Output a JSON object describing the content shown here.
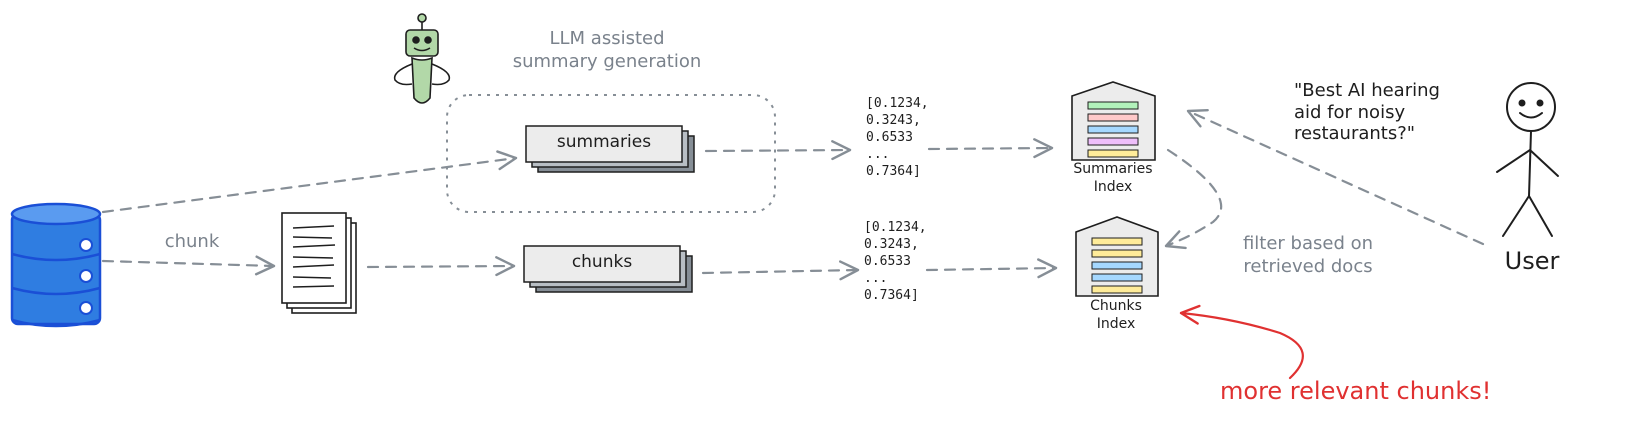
{
  "labels": {
    "llm_note": "LLM assisted\nsummary generation",
    "chunk_edge": "chunk",
    "summaries_box": "summaries",
    "chunks_box": "chunks",
    "vector_top": "[0.1234,\n0.3243,\n0.6533\n...\n0.7364]",
    "vector_bottom": "[0.1234,\n0.3243,\n0.6533\n...\n0.7364]",
    "summaries_index": "Summaries\nIndex",
    "chunks_index": "Chunks\nIndex",
    "user_query": "\"Best AI hearing\naid for noisy\nrestaurants?\"",
    "filter_note": "filter based on\nretrieved docs",
    "user": "User",
    "highlight": "more relevant chunks!"
  },
  "icons": {
    "database": "database-icon",
    "documents": "document-stack-icon",
    "robot": "robot-icon",
    "index": "index-building-icon",
    "stick_figure": "user-stick-figure-icon"
  },
  "colors": {
    "database": "#2f7de1",
    "database_stroke": "#1a4fd6",
    "arrow": "#868e96",
    "highlight": "#e03131",
    "summary_bars": [
      "#b2f2bb",
      "#ffc9c9",
      "#a5d8ff",
      "#eebefa",
      "#ffec99"
    ],
    "chunk_bars": [
      "#ffec99",
      "#ffec99",
      "#a5d8ff",
      "#a5d8ff",
      "#ffec99"
    ]
  }
}
